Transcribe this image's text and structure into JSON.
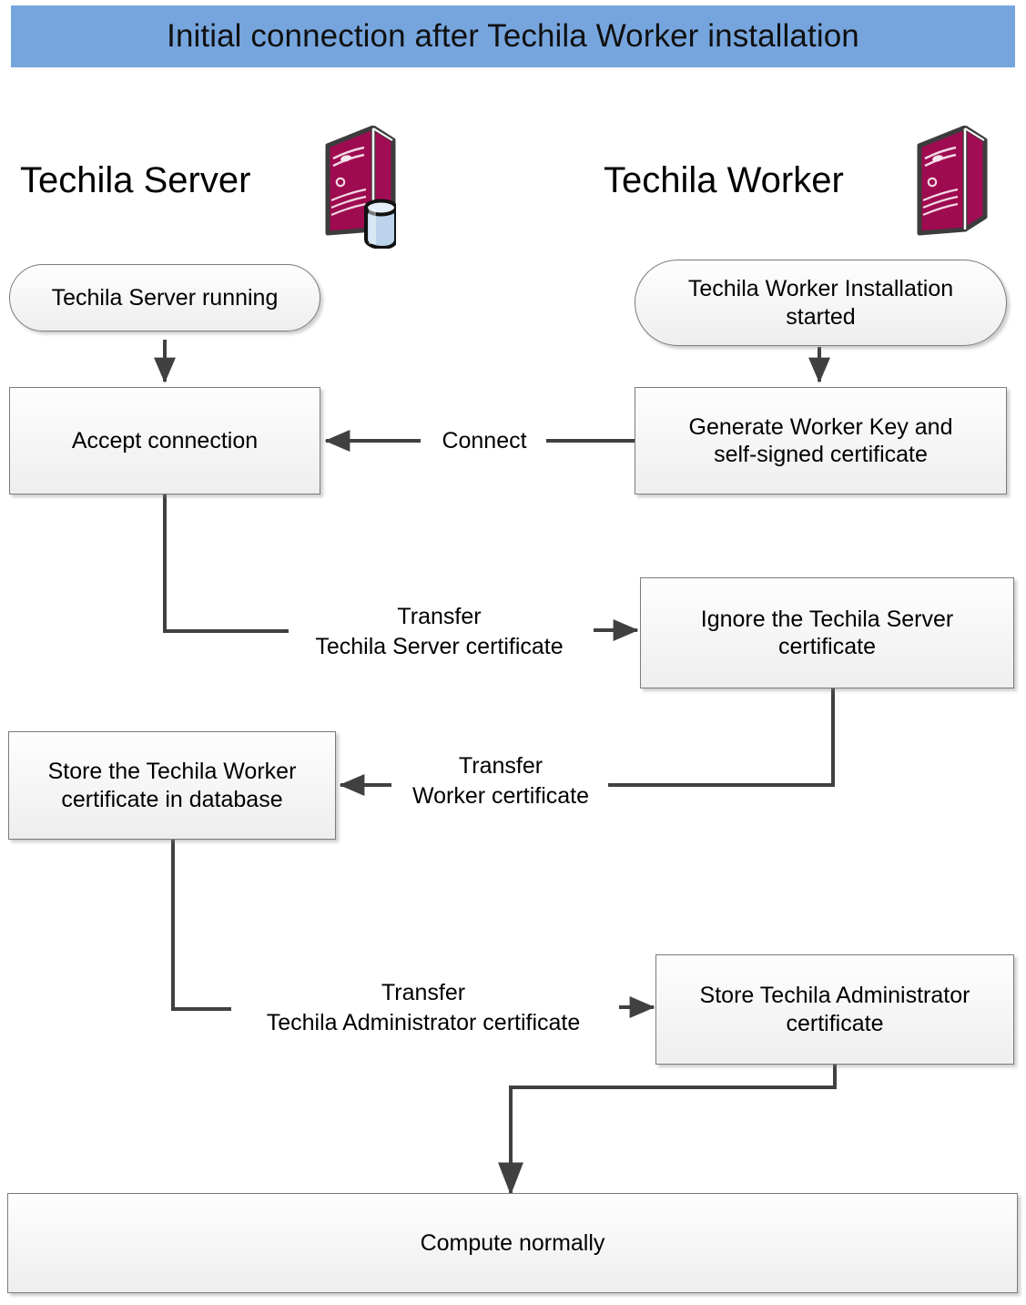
{
  "title": {
    "text": "Initial connection after Techila Worker installation",
    "background_color": "#76A5DE"
  },
  "lanes": [
    {
      "id": "server",
      "label": "Techila Server",
      "icon": "server-tower-with-database-icon"
    },
    {
      "id": "worker",
      "label": "Techila Worker",
      "icon": "server-tower-icon"
    }
  ],
  "nodes": {
    "server_running": {
      "label": "Techila Server running",
      "shape": "rounded"
    },
    "worker_install_started": {
      "label": "Techila Worker Installation\nstarted",
      "shape": "rounded"
    },
    "accept_connection": {
      "label": "Accept connection",
      "shape": "rect"
    },
    "generate_worker_key": {
      "label": "Generate Worker Key and\nself-signed certificate",
      "shape": "rect"
    },
    "ignore_server_cert": {
      "label": "Ignore the  Techila Server\ncertificate",
      "shape": "rect"
    },
    "store_worker_cert": {
      "label": "Store the Techila Worker\ncertificate in database",
      "shape": "rect"
    },
    "store_admin_cert": {
      "label": "Store Techila Administrator\ncertificate",
      "shape": "rect"
    },
    "compute_normally": {
      "label": "Compute normally",
      "shape": "rect"
    }
  },
  "edges": {
    "connect": {
      "label": "Connect"
    },
    "transfer_server_cert": {
      "label": "Transfer\nTechila Server certificate"
    },
    "transfer_worker_cert": {
      "label": "Transfer\nWorker certificate"
    },
    "transfer_admin_cert": {
      "label": "Transfer\nTechila Administrator certificate"
    }
  },
  "colors": {
    "banner": "#76A5DE",
    "node_border": "#7b7b7b",
    "node_fill_top": "#fefefe",
    "node_fill_bottom": "#eeeeee",
    "connector": "#404040",
    "tower_body": "#9E0B50",
    "tower_outline": "#3c3c3c",
    "database_cylinder": "#BBD4EC"
  }
}
